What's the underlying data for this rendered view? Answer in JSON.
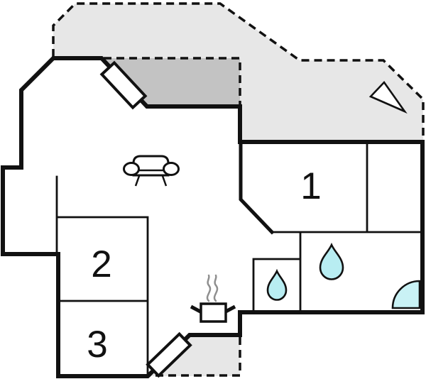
{
  "diagram": {
    "type": "floor-plan",
    "rooms": [
      {
        "name": "bedroom-1",
        "label": "1"
      },
      {
        "name": "bedroom-2",
        "label": "2"
      },
      {
        "name": "bedroom-3",
        "label": "3"
      }
    ],
    "areas": [
      {
        "name": "terrace-top",
        "style": "light-gray-dashed"
      },
      {
        "name": "terrace-covered",
        "style": "dark-gray"
      },
      {
        "name": "terrace-bottom",
        "style": "light-gray-dashed"
      },
      {
        "name": "living-room",
        "style": "white"
      },
      {
        "name": "bathroom",
        "style": "white"
      },
      {
        "name": "wc",
        "style": "white"
      }
    ],
    "icons": [
      {
        "name": "sofa-icon",
        "meaning": "sofa / living room"
      },
      {
        "name": "stove-icon",
        "meaning": "cooking pot with steam / kitchen"
      },
      {
        "name": "water-drop-icon-large",
        "meaning": "water supply / bathroom"
      },
      {
        "name": "water-drop-icon-small",
        "meaning": "water supply / wc"
      },
      {
        "name": "shower-icon",
        "meaning": "corner shower"
      },
      {
        "name": "door-icon-top",
        "meaning": "entrance door (angled wall)"
      },
      {
        "name": "door-icon-bottom",
        "meaning": "terrace door (angled wall)"
      },
      {
        "name": "north-arrow-icon",
        "meaning": "orientation arrow on terrace"
      }
    ],
    "colors": {
      "wall": "#111111",
      "terrace_light": "#e7e7e7",
      "terrace_dark": "#c3c3c3",
      "water": "#b8edf2",
      "shower": "#c9f2f5",
      "steam": "#8f8f8f",
      "label": "#111111",
      "background": "#ffffff"
    }
  }
}
